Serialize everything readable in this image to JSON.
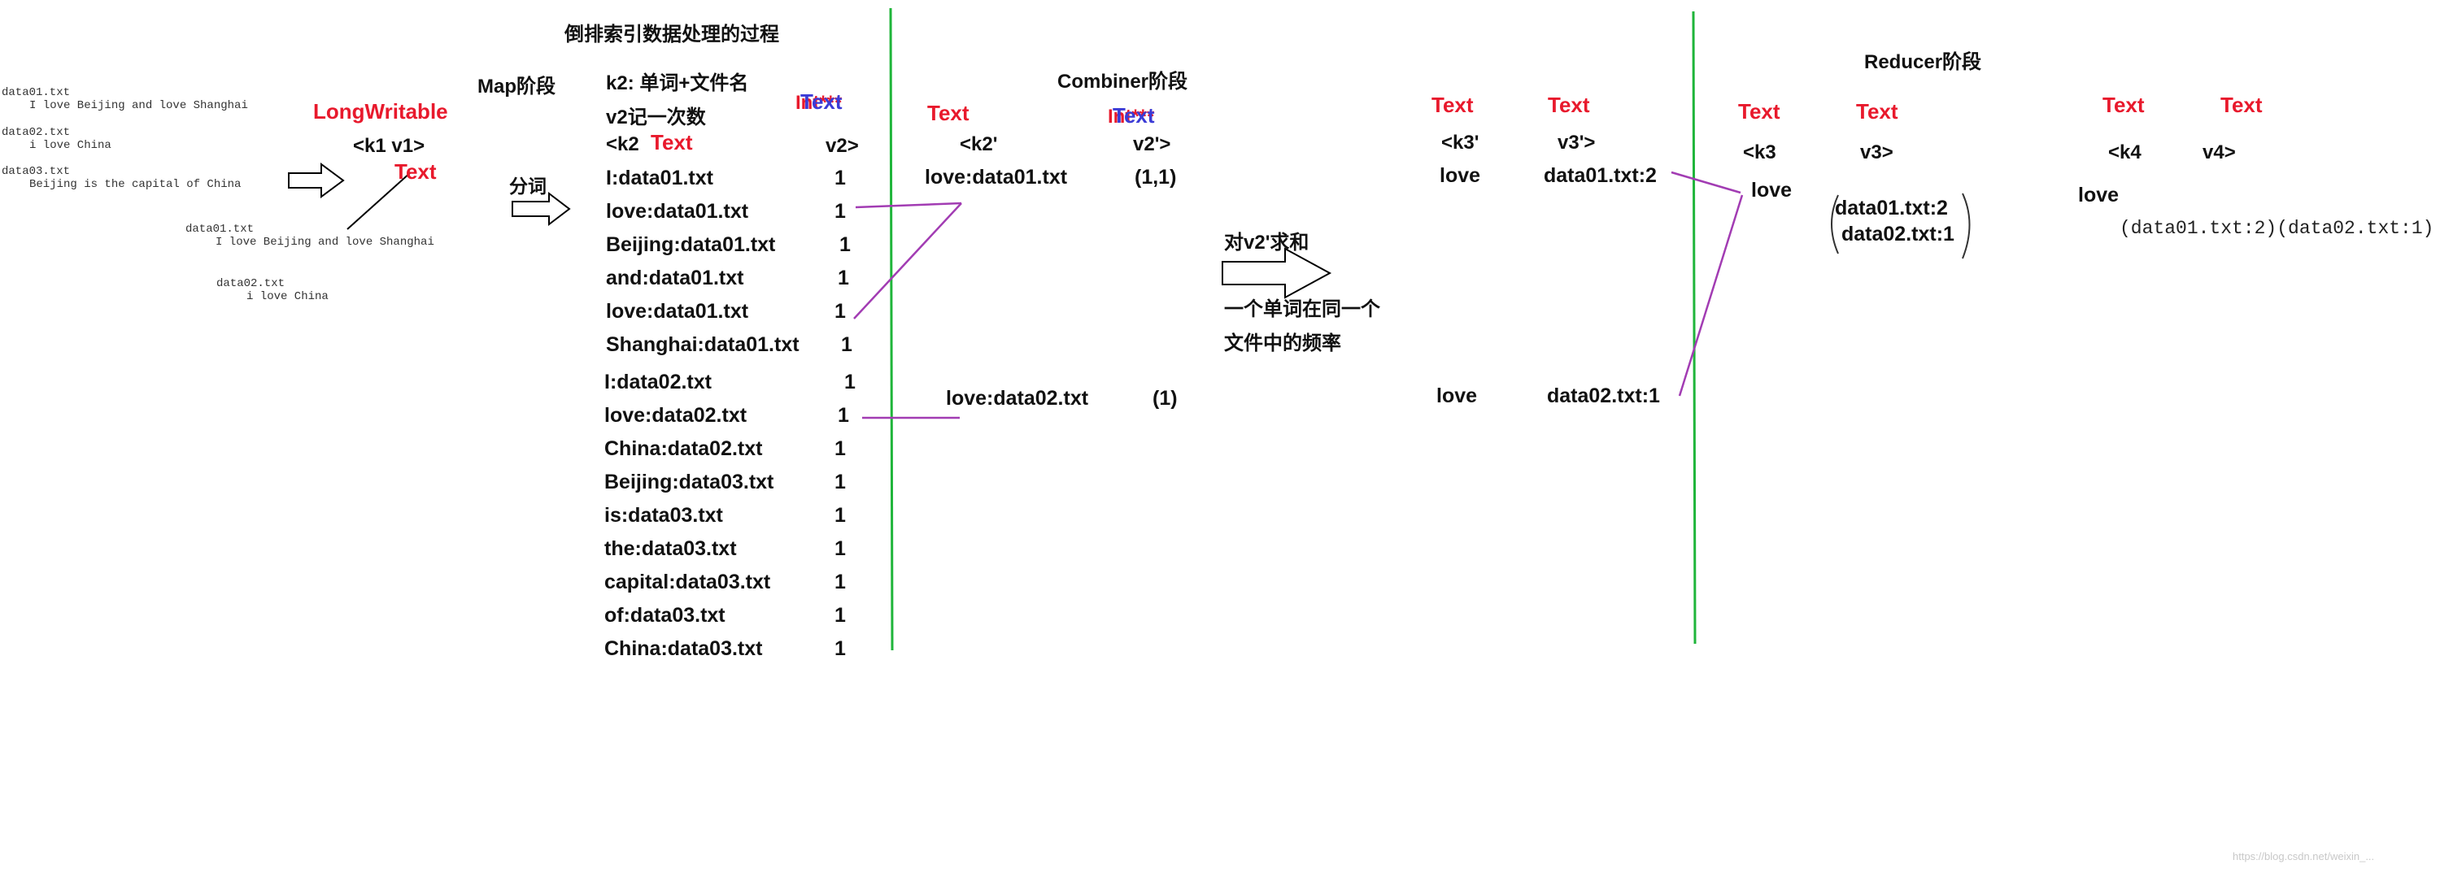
{
  "title": "倒排索引数据处理的过程",
  "input": {
    "files": [
      {
        "name": "data01.txt",
        "content": "I love Beijing and love Shanghai"
      },
      {
        "name": "data02.txt",
        "content": "i love China"
      },
      {
        "name": "data03.txt",
        "content": "Beijing is the capital of China"
      }
    ],
    "k1_type": "LongWritable",
    "v1_type": "Text",
    "k1v1": "<k1  v1>",
    "example_files": [
      {
        "name": "data01.txt",
        "content": "I love Beijing and love Shanghai"
      },
      {
        "name": "data02.txt",
        "content": "i love China"
      }
    ]
  },
  "map": {
    "stage": "Map阶段",
    "split_label": "分词",
    "note_k2": "k2: 单词+文件名",
    "note_v2": "v2记一次数",
    "k2_label": "<k2",
    "v2_label": "v2>",
    "k2_type": "Text",
    "v2_type": "Text",
    "v2_type_over": "Int***",
    "rows": [
      {
        "key": "I:data01.txt",
        "value": "1"
      },
      {
        "key": "love:data01.txt",
        "value": "1"
      },
      {
        "key": "Beijing:data01.txt",
        "value": "1"
      },
      {
        "key": "and:data01.txt",
        "value": "1"
      },
      {
        "key": "love:data01.txt",
        "value": "1"
      },
      {
        "key": "Shanghai:data01.txt",
        "value": "1"
      },
      {
        "key": "I:data02.txt",
        "value": "1"
      },
      {
        "key": "love:data02.txt",
        "value": "1"
      },
      {
        "key": "China:data02.txt",
        "value": "1"
      },
      {
        "key": "Beijing:data03.txt",
        "value": "1"
      },
      {
        "key": "is:data03.txt",
        "value": "1"
      },
      {
        "key": "the:data03.txt",
        "value": "1"
      },
      {
        "key": "capital:data03.txt",
        "value": "1"
      },
      {
        "key": "of:data03.txt",
        "value": "1"
      },
      {
        "key": "China:data03.txt",
        "value": "1"
      }
    ]
  },
  "combiner": {
    "stage": "Combiner阶段",
    "k2p_label": "<k2'",
    "v2p_label": "v2'>",
    "k2p_type": "Text",
    "v2p_type": "Text",
    "v2p_type_over": "Int***",
    "rows": [
      {
        "key": "love:data01.txt",
        "value": "(1,1)"
      },
      {
        "key": "love:data02.txt",
        "value": "(1)"
      }
    ],
    "note1": "对v2'求和",
    "note2": "一个单词在同一个",
    "note3": "文件中的频率"
  },
  "combiner_out": {
    "k3p_type": "Text",
    "v3p_type": "Text",
    "k3p_label": "<k3'",
    "v3p_label": "v3'>",
    "rows": [
      {
        "key": "love",
        "value": "data01.txt:2"
      },
      {
        "key": "love",
        "value": "data02.txt:1"
      }
    ]
  },
  "reducer": {
    "stage": "Reducer阶段",
    "k3_type": "Text",
    "v3_type": "Text",
    "k3_label": "<k3",
    "v3_label": "v3>",
    "key": "love",
    "values": [
      "data01.txt:2",
      "data02.txt:1"
    ],
    "k4_type": "Text",
    "v4_type": "Text",
    "k4_label": "<k4",
    "v4_label": "v4>",
    "out_key": "love",
    "out_value": "(data01.txt:2)(data02.txt:1)"
  },
  "watermark": "https://blog.csdn.net/weixin_..."
}
